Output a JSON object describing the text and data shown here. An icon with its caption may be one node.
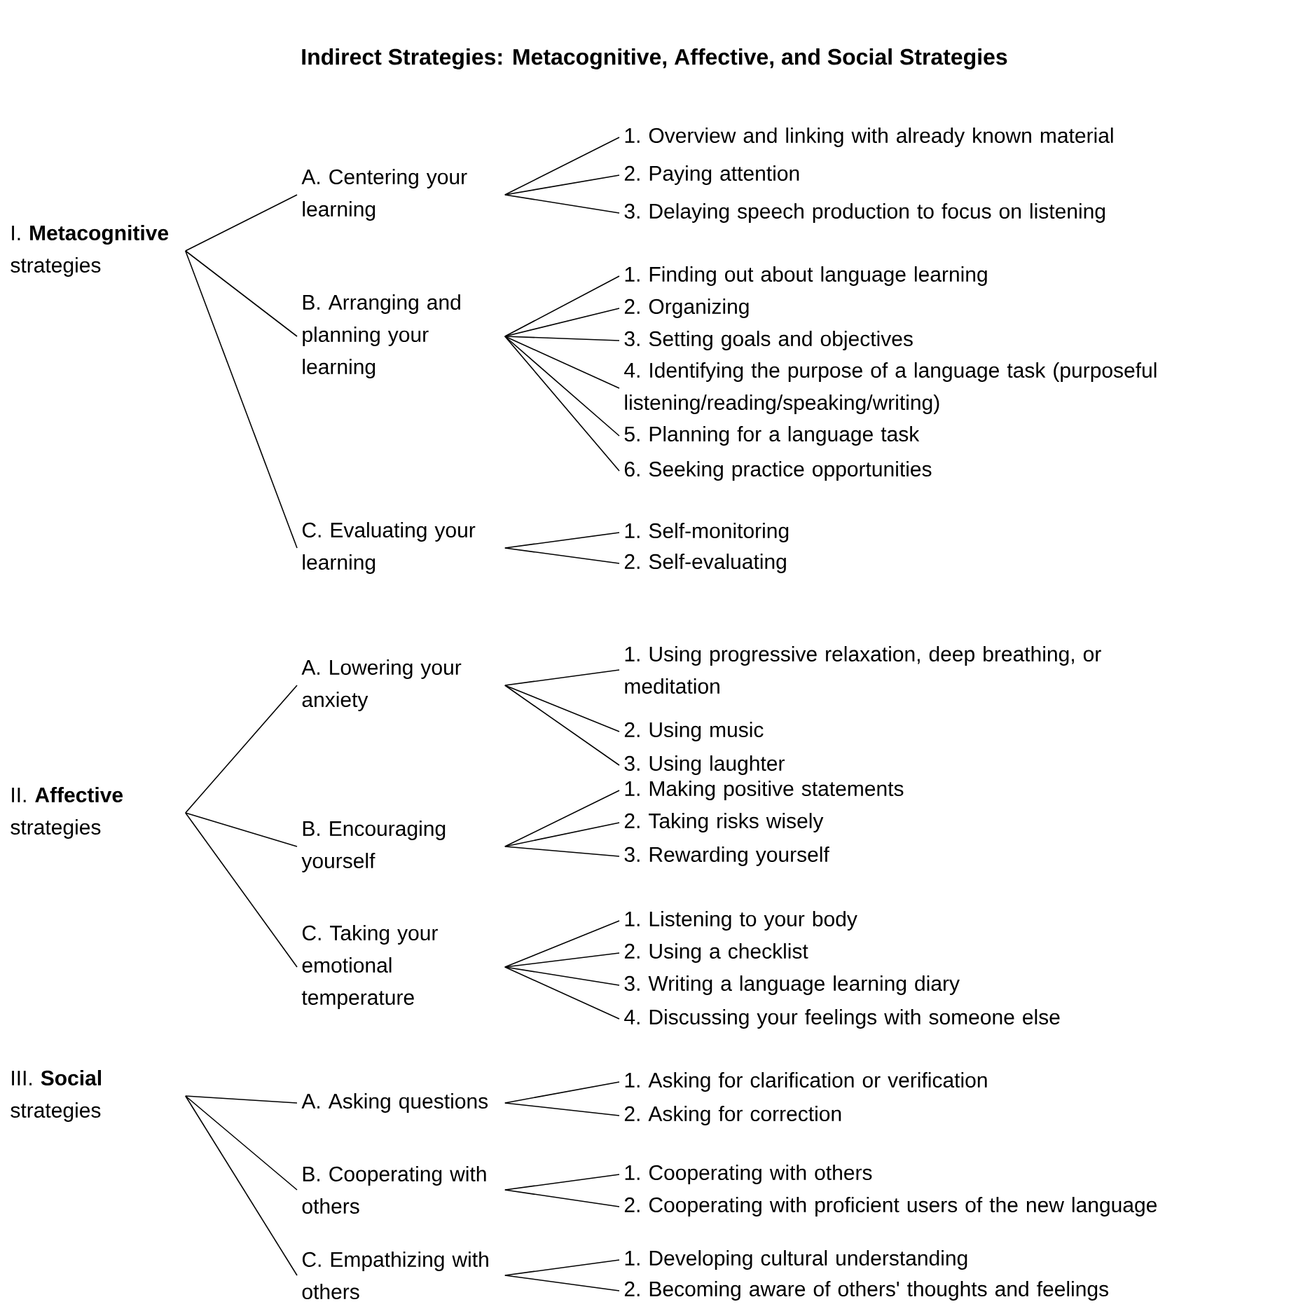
{
  "diagram": {
    "title": "Indirect Strategies: Metacognitive, Affective, and Social Strategies",
    "nodes": [
      {
        "text": [
          "I. **Metacognitive** strategies"
        ]
      },
      {
        "text": [
          "A. Centering your learning"
        ]
      },
      {
        "text": [
          "1. Overview and linking with already known material"
        ]
      },
      {
        "text": [
          "2. Paying attention"
        ]
      },
      {
        "text": [
          "3. Delaying speech production to focus on listening"
        ]
      },
      {
        "text": [
          "B. Arranging and planning your learning"
        ]
      },
      {
        "text": [
          "1. Finding out about language learning"
        ]
      },
      {
        "text": [
          "2. Organizing"
        ]
      },
      {
        "text": [
          "3. Setting goals and objectives"
        ]
      },
      {
        "text": [
          "4. Identifying the purpose of a language task (purposeful listening/reading/speaking/writing)"
        ]
      },
      {
        "text": [
          "5. Planning for a language task"
        ]
      },
      {
        "text": [
          "6. Seeking practice opportunities"
        ]
      },
      {
        "text": [
          "C. Evaluating your learning"
        ]
      },
      {
        "text": [
          "1. Self-monitoring"
        ]
      },
      {
        "text": [
          "2. Self-evaluating"
        ]
      },
      {
        "text": [
          "II. **Affective** strategies"
        ]
      },
      {
        "text": [
          "A. Lowering your anxiety"
        ]
      },
      {
        "text": [
          "1. Using progressive relaxation, deep breathing, or meditation"
        ]
      },
      {
        "text": [
          "2. Using music"
        ]
      },
      {
        "text": [
          "3. Using laughter"
        ]
      },
      {
        "text": [
          "B. Encouraging yourself"
        ]
      },
      {
        "text": [
          "1. Making positive statements"
        ]
      },
      {
        "text": [
          "2. Taking risks wisely"
        ]
      },
      {
        "text": [
          "3. Rewarding yourself"
        ]
      },
      {
        "text": [
          "C. Taking your emotional temperature"
        ]
      },
      {
        "text": [
          "1. Listening to your body"
        ]
      },
      {
        "text": [
          "2. Using a checklist"
        ]
      },
      {
        "text": [
          "3. Writing a language learning diary"
        ]
      },
      {
        "text": [
          "4. Discussing your feelings with someone else"
        ]
      },
      {
        "text": [
          "III. **Social** strategies"
        ]
      },
      {
        "text": [
          "A. Asking questions"
        ]
      },
      {
        "text": [
          "1. Asking for clarification or verification"
        ]
      },
      {
        "text": [
          "2. Asking for correction"
        ]
      },
      {
        "text": [
          "B. Cooperating with others"
        ]
      },
      {
        "text": [
          "1. Cooperating with others"
        ]
      },
      {
        "text": [
          "2. Cooperating with proficient users of the new language"
        ]
      },
      {
        "text": [
          "C. Empathizing with others"
        ]
      },
      {
        "text": [
          "1. Developing cultural understanding"
        ]
      },
      {
        "text": [
          "2. Becoming aware of others' thoughts and feelings"
        ]
      }
    ],
    "edges": [
      {
        "from": 0,
        "to": 1,
        "arrow": "none"
      },
      {
        "from": 1,
        "to": 2,
        "arrow": "none"
      },
      {
        "from": 1,
        "to": 3,
        "arrow": "none"
      },
      {
        "from": 1,
        "to": 4,
        "arrow": "none"
      },
      {
        "from": 0,
        "to": 5,
        "arrow": "none"
      },
      {
        "from": 5,
        "to": 6,
        "arrow": "none"
      },
      {
        "from": 5,
        "to": 7,
        "arrow": "none"
      },
      {
        "from": 5,
        "to": 8,
        "arrow": "none"
      },
      {
        "from": 5,
        "to": 9,
        "arrow": "none"
      },
      {
        "from": 5,
        "to": 10,
        "arrow": "none"
      },
      {
        "from": 5,
        "to": 11,
        "arrow": "none"
      },
      {
        "from": 0,
        "to": 12,
        "arrow": "none"
      },
      {
        "from": 12,
        "to": 13,
        "arrow": "none"
      },
      {
        "from": 12,
        "to": 14,
        "arrow": "none"
      },
      {
        "from": 15,
        "to": 16,
        "arrow": "none"
      },
      {
        "from": 16,
        "to": 17,
        "arrow": "none"
      },
      {
        "from": 16,
        "to": 18,
        "arrow": "none"
      },
      {
        "from": 16,
        "to": 19,
        "arrow": "none"
      },
      {
        "from": 15,
        "to": 20,
        "arrow": "none"
      },
      {
        "from": 20,
        "to": 21,
        "arrow": "none"
      },
      {
        "from": 20,
        "to": 22,
        "arrow": "none"
      },
      {
        "from": 20,
        "to": 23,
        "arrow": "none"
      },
      {
        "from": 15,
        "to": 24,
        "arrow": "none"
      },
      {
        "from": 24,
        "to": 25,
        "arrow": "none"
      },
      {
        "from": 24,
        "to": 26,
        "arrow": "none"
      },
      {
        "from": 24,
        "to": 27,
        "arrow": "none"
      },
      {
        "from": 24,
        "to": 28,
        "arrow": "none"
      },
      {
        "from": 29,
        "to": 30,
        "arrow": "none"
      },
      {
        "from": 30,
        "to": 31,
        "arrow": "none"
      },
      {
        "from": 30,
        "to": 32,
        "arrow": "none"
      },
      {
        "from": 29,
        "to": 33,
        "arrow": "none"
      },
      {
        "from": 33,
        "to": 34,
        "arrow": "none"
      },
      {
        "from": 33,
        "to": 35,
        "arrow": "none"
      },
      {
        "from": 29,
        "to": 36,
        "arrow": "none"
      },
      {
        "from": 36,
        "to": 37,
        "arrow": "none"
      },
      {
        "from": 36,
        "to": 38,
        "arrow": "none"
      }
    ]
  }
}
